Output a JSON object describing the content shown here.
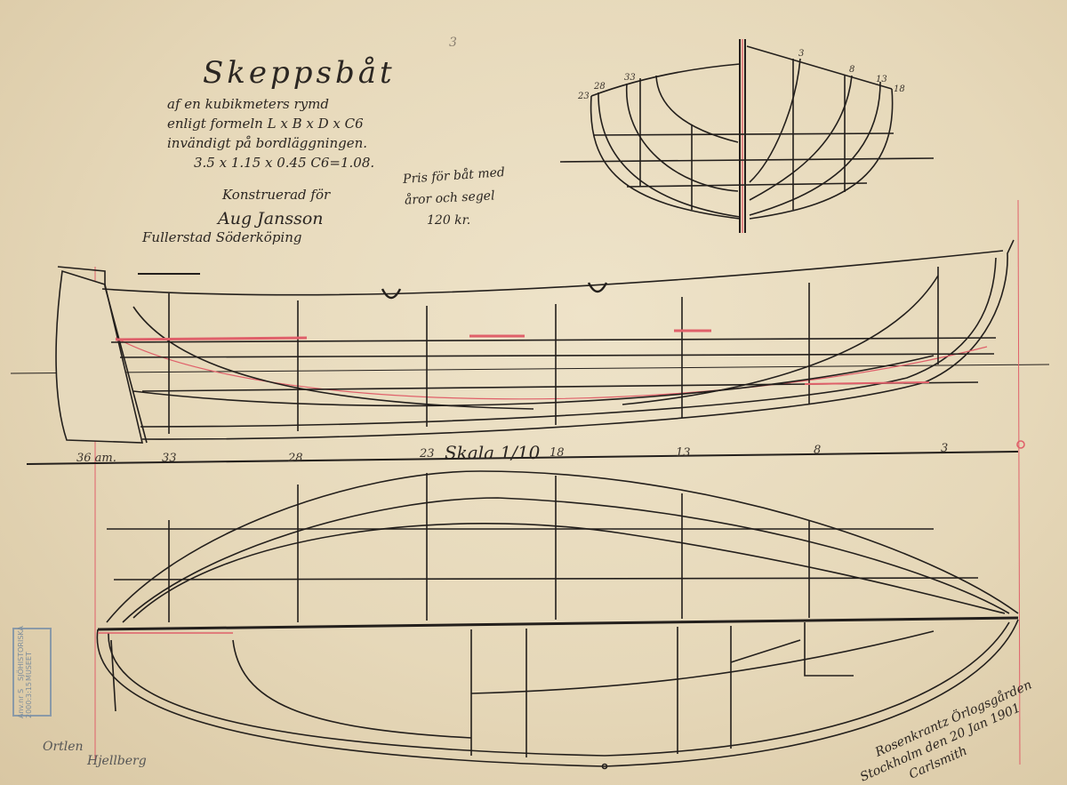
{
  "page_number": "3",
  "title": "Skeppsbåt",
  "subtitle_lines": [
    "af en kubikmeters rymd",
    "enligt formeln L x B x D x C6",
    "invändigt på bordläggningen.",
    "3.5 x 1.15 x 0.45 C6=1.08."
  ],
  "constructed_for": {
    "label": "Konstruerad för",
    "name": "Aug Jansson",
    "place": "Fullerstad Söderköping"
  },
  "price_note": [
    "Pris för båt med",
    "åror och segel",
    "120 kr."
  ],
  "scale_label": "Skala 1/10",
  "profile_stations": [
    "36 am.",
    "33",
    "28",
    "23",
    "18",
    "13",
    "8",
    "3"
  ],
  "body_plan_stations_left": [
    "23",
    "28",
    "33"
  ],
  "body_plan_stations_right": [
    "3",
    "8",
    "13",
    "18"
  ],
  "signature": [
    "Rosenkrantz Örlogsgården",
    "Stockholm den 20 Jan 1901",
    "Carlsmith"
  ],
  "pencil_notes": [
    "Ortlen",
    "Hjellberg"
  ],
  "stamp": [
    "SJÖHISTORISKA MUSEET",
    "Anv.nr S 2000:3:15"
  ],
  "colors": {
    "ink": "#231f1c",
    "red": "#e0606a",
    "paper": "#e8dcc0"
  }
}
